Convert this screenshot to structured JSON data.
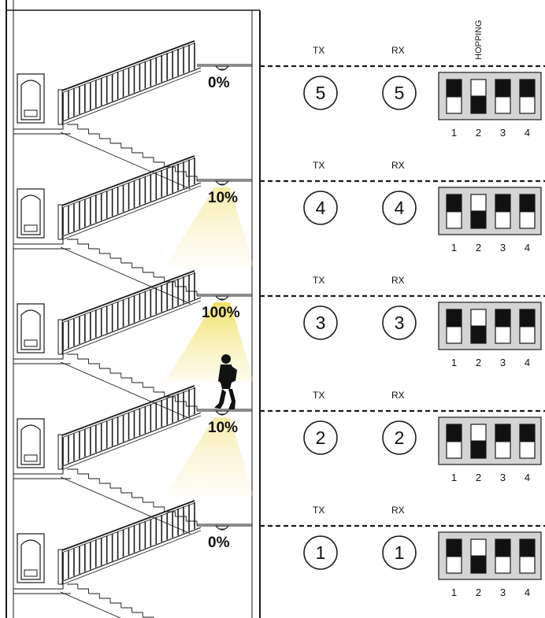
{
  "header": {
    "hopping_label": "HOPPING"
  },
  "switch_numbers": [
    "1",
    "2",
    "3",
    "4"
  ],
  "floors": [
    {
      "level": 5,
      "brightness": "0%",
      "tx_label": "TX",
      "rx_label": "RX",
      "tx": "5",
      "rx": "5",
      "dip": [
        "up",
        "down",
        "up",
        "up"
      ],
      "light_on": false
    },
    {
      "level": 4,
      "brightness": "10%",
      "tx_label": "TX",
      "rx_label": "RX",
      "tx": "4",
      "rx": "4",
      "dip": [
        "up",
        "down",
        "up",
        "up"
      ],
      "light_on": true,
      "light_strength": 0.1
    },
    {
      "level": 3,
      "brightness": "100%",
      "tx_label": "TX",
      "rx_label": "RX",
      "tx": "3",
      "rx": "3",
      "dip": [
        "up",
        "down",
        "up",
        "up"
      ],
      "light_on": true,
      "light_strength": 1.0
    },
    {
      "level": 2,
      "brightness": "10%",
      "tx_label": "TX",
      "rx_label": "RX",
      "tx": "2",
      "rx": "2",
      "dip": [
        "up",
        "down",
        "up",
        "up"
      ],
      "light_on": true,
      "light_strength": 0.1
    },
    {
      "level": 1,
      "brightness": "0%",
      "tx_label": "TX",
      "rx_label": "RX",
      "tx": "1",
      "rx": "1",
      "dip": [
        "up",
        "down",
        "up",
        "up"
      ],
      "light_on": false
    }
  ],
  "person_floor_level": 3,
  "colors": {
    "line": "#1a1a1a",
    "light_bright": "#f3e36a",
    "light_dim": "#f7efb4",
    "dip_on": "#111111",
    "dip_off": "#ffffff"
  },
  "icons": {
    "door": "door-icon",
    "sensor": "sensor-light-icon",
    "person": "person-icon"
  }
}
